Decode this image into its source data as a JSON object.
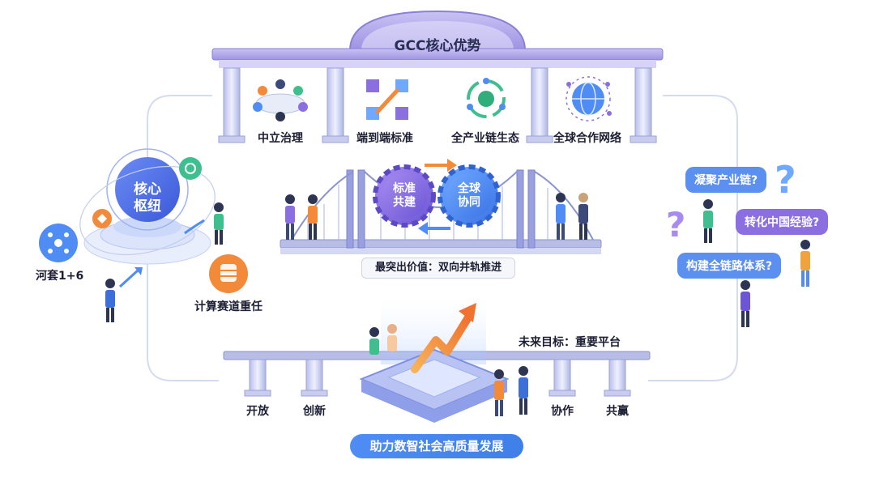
{
  "title": "GCC核心优势",
  "advantages": [
    {
      "label": "中立治理",
      "icon": "people-meeting-icon"
    },
    {
      "label": "端到端标准",
      "icon": "linked-cubes-icon"
    },
    {
      "label": "全产业链生态",
      "icon": "cycle-ecosystem-icon"
    },
    {
      "label": "全球合作网络",
      "icon": "globe-network-icon"
    }
  ],
  "hub": {
    "label_line1": "核心",
    "label_line2": "枢纽",
    "left_label": "河套1+6",
    "bottom_label": "计算赛道重任"
  },
  "bridge": {
    "gear_left_line1": "标准",
    "gear_left_line2": "共建",
    "gear_right_line1": "全球",
    "gear_right_line2": "协同",
    "value_text": "最突出价值：双向并轨推进"
  },
  "questions": [
    "凝聚产业链?",
    "转化中国经验?",
    "构建全链路体系?"
  ],
  "platform": {
    "goal_text": "未来目标：重要平台",
    "pillars": [
      "开放",
      "创新",
      "协作",
      "共赢"
    ]
  },
  "bottom_banner": "助力数智社会高质量发展",
  "colors": {
    "accent_blue": "#4f8df5",
    "accent_purple": "#8b6fe0",
    "accent_orange": "#f28a3a",
    "accent_green": "#3fbf8f"
  }
}
